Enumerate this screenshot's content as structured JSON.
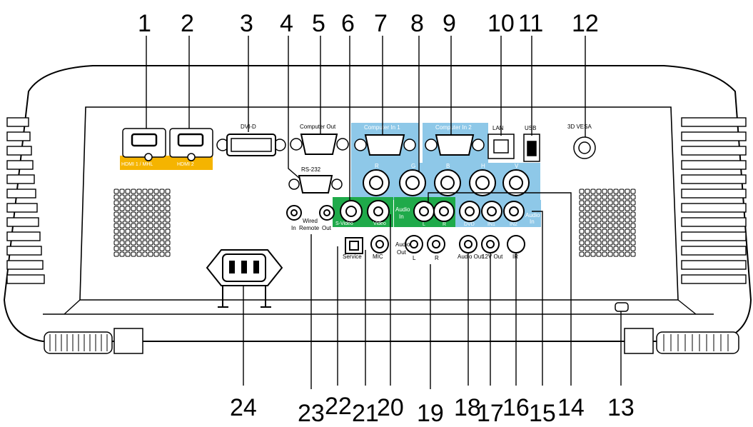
{
  "callouts": [
    "1",
    "2",
    "3",
    "4",
    "5",
    "6",
    "7",
    "8",
    "9",
    "10",
    "11",
    "12",
    "13",
    "14",
    "15",
    "16",
    "17",
    "18",
    "19",
    "20",
    "21",
    "22",
    "23",
    "24"
  ],
  "labels": {
    "hdmi1": "HDMI 1 / MHL",
    "hdmi2": "HDMI 2",
    "dvid": "DVI-D",
    "computer_out": "Computer  Out",
    "computer_in1": "Computer In 1",
    "computer_in2": "Computer In 2",
    "lan": "LAN",
    "usb": "USB",
    "vesa": "3D VESA",
    "rs232": "RS-232",
    "bnc_r": "R",
    "bnc_g": "G",
    "bnc_b": "B",
    "bnc_h": "H",
    "bnc_v": "V",
    "svideo": "S-Video",
    "video": "Video",
    "audio_in_a": "Audio",
    "audio_in_b": "In",
    "audio_l": "L",
    "audio_r": "R",
    "dvd": "DVD",
    "in1": "IN1",
    "in2": "IN2",
    "audio_in2_a": "Audio",
    "audio_in2_b": "In",
    "wired": "Wired",
    "remote": "Remote",
    "wired_in": "In",
    "wired_out": "Out",
    "service": "Service",
    "mic": "MIC",
    "audio_out_a": "Audio",
    "audio_out_b": "Out",
    "audio_out_l": "L",
    "audio_out_r": "R",
    "audio_out": "Audio Out",
    "out12v": "12V Out",
    "ir": "IR"
  },
  "colors": {
    "hdmi_band": "#f5b400",
    "computer_band": "#8ec8e8",
    "av_green": "#1faa4a",
    "outline": "#000000"
  }
}
